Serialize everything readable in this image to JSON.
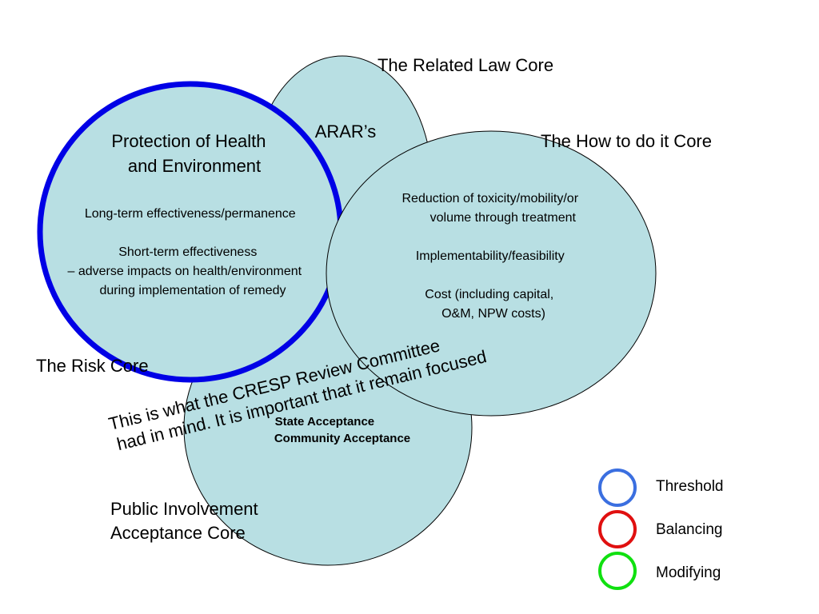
{
  "circles": {
    "law": {
      "caption": "The Related Law Core",
      "lines": [
        "ARAR’s"
      ]
    },
    "how": {
      "caption": "The How to do it Core",
      "lines": [
        "Reduction of toxicity/mobility/or",
        "volume through treatment",
        "",
        "Implementability/feasibility",
        "",
        "Cost (including capital,",
        "O&M, NPW costs)"
      ]
    },
    "risk": {
      "caption": "The Risk Core",
      "title_lines": [
        "Protection of Health",
        "and Environment"
      ],
      "lines": [
        "Long-term effectiveness/permanence",
        "",
        "Short-term effectiveness",
        "– adverse impacts on health/environment",
        "during implementation of remedy"
      ]
    },
    "public": {
      "caption_lines": [
        "Public Involvement",
        "Acceptance Core"
      ],
      "lines": [
        "State Acceptance",
        "Community Acceptance"
      ]
    }
  },
  "annotation": {
    "lines": [
      "This is what the CRESP Review Committee",
      "had in mind.  It is important that it remain focused"
    ]
  },
  "legend": [
    {
      "label": "Threshold",
      "color": "#3b6fe0"
    },
    {
      "label": "Balancing",
      "color": "#e01010"
    },
    {
      "label": "Modifying",
      "color": "#10e010"
    }
  ],
  "colors": {
    "fill": "#b8dfe3",
    "risk_stroke": "#0000e6",
    "stroke": "#000000"
  }
}
